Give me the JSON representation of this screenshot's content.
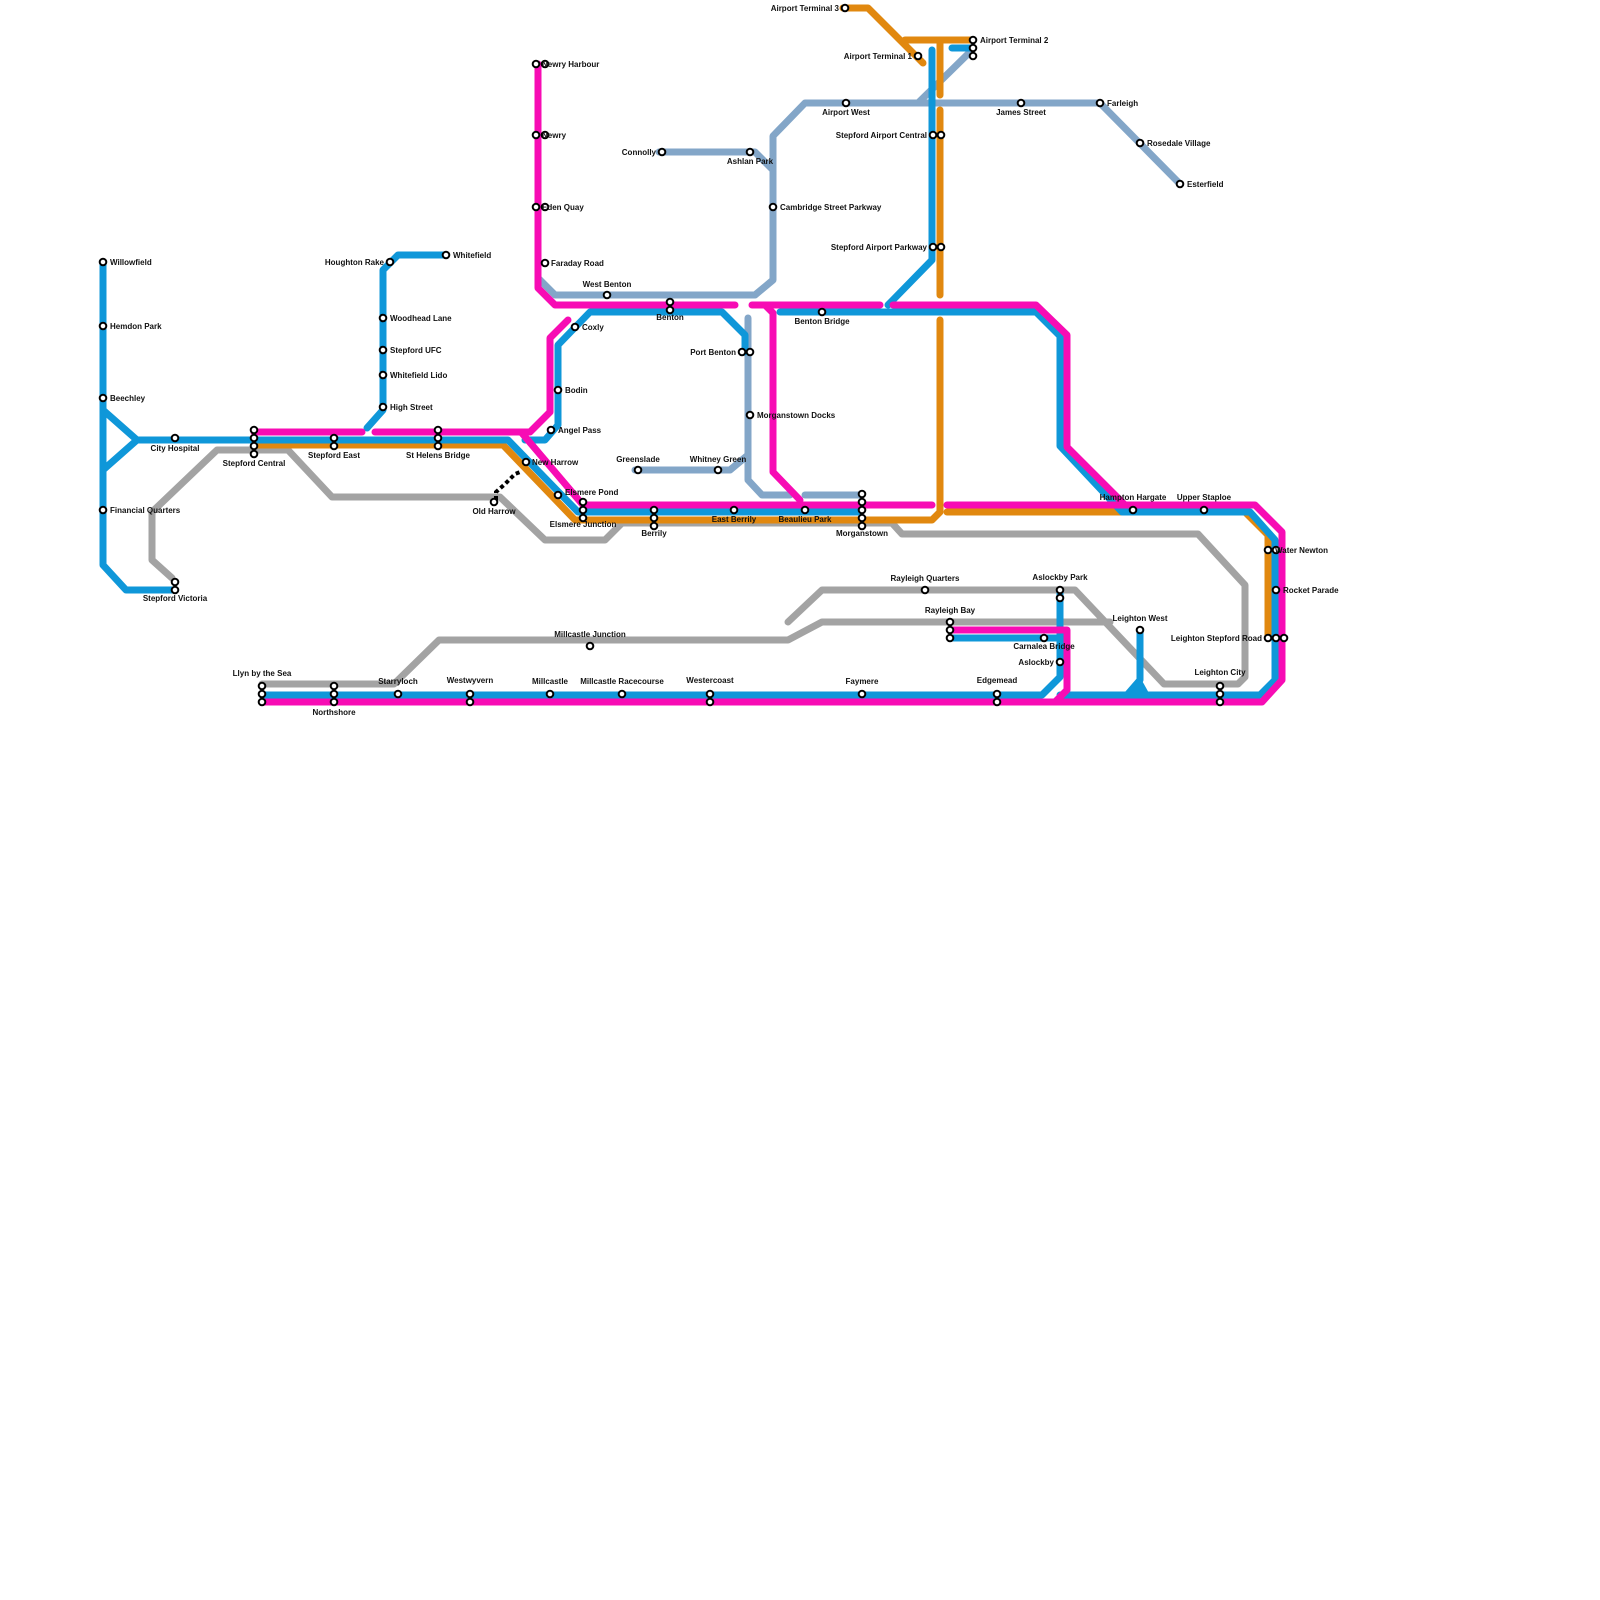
{
  "map": {
    "colors": {
      "blue": "#0f97d9",
      "magenta": "#f70cb4",
      "orange": "#e1880f",
      "grey": "#a3a3a3",
      "steel": "#83a6c8",
      "black": "#000000"
    },
    "stations": {
      "willowfield": "Willowfield",
      "hemdon_park": "Hemdon Park",
      "beechley": "Beechley",
      "city_hospital": "City Hospital",
      "financial_quarters": "Financial Quarters",
      "stepford_victoria": "Stepford Victoria",
      "stepford_central": "Stepford Central",
      "stepford_east": "Stepford East",
      "houghton_rake": "Houghton Rake",
      "whitefield": "Whitefield",
      "woodhead_lane": "Woodhead Lane",
      "stepford_ufc": "Stepford UFC",
      "whitefield_lido": "Whitefield Lido",
      "high_street": "High Street",
      "st_helens_bridge": "St Helens Bridge",
      "old_harrow": "Old Harrow",
      "new_harrow": "New Harrow",
      "newry_harbour": "Newry Harbour",
      "newry": "Newry",
      "eden_quay": "Eden Quay",
      "faraday_road": "Faraday Road",
      "west_benton": "West Benton",
      "benton": "Benton",
      "coxly": "Coxly",
      "bodin": "Bodin",
      "angel_pass": "Angel Pass",
      "elsmere_pond": "Elsmere Pond",
      "elsmere_junction": "Elsmere Junction",
      "berrily": "Berrily",
      "greenslade": "Greenslade",
      "whitney_green": "Whitney Green",
      "east_berrily": "East Berrily",
      "beaulieu_park": "Beaulieu Park",
      "morganstown": "Morganstown",
      "morganstown_docks": "Morganstown Docks",
      "port_benton": "Port Benton",
      "connolly": "Connolly",
      "ashlan_park": "Ashlan Park",
      "cambridge_street_parkway": "Cambridge Street Parkway",
      "benton_bridge": "Benton Bridge",
      "airport_terminal_3": "Airport Terminal 3",
      "airport_terminal_1": "Airport Terminal 1",
      "airport_terminal_2": "Airport Terminal 2",
      "airport_west": "Airport West",
      "james_street": "James Street",
      "farleigh": "Farleigh",
      "rosedale_village": "Rosedale Village",
      "esterfield": "Esterfield",
      "stepford_airport_central": "Stepford Airport Central",
      "stepford_airport_parkway": "Stepford Airport Parkway",
      "hampton_hargate": "Hampton Hargate",
      "upper_staploe": "Upper Staploe",
      "water_newton": "Water Newton",
      "rocket_parade": "Rocket Parade",
      "leighton_stepford_road": "Leighton Stepford Road",
      "leighton_city": "Leighton City",
      "leighton_west": "Leighton West",
      "rayleigh_quarters": "Rayleigh Quarters",
      "rayleigh_bay": "Rayleigh Bay",
      "aslockby_park": "Aslockby Park",
      "carnalea_bridge": "Carnalea Bridge",
      "aslockby": "Aslockby",
      "millcastle_junction": "Millcastle Junction",
      "llyn_by_the_sea": "Llyn by the Sea",
      "northshore": "Northshore",
      "starryloch": "Starryloch",
      "westwyvern": "Westwyvern",
      "millcastle": "Millcastle",
      "millcastle_racecourse": "Millcastle Racecourse",
      "westercoast": "Westercoast",
      "faymere": "Faymere",
      "edgemead": "Edgemead"
    }
  }
}
